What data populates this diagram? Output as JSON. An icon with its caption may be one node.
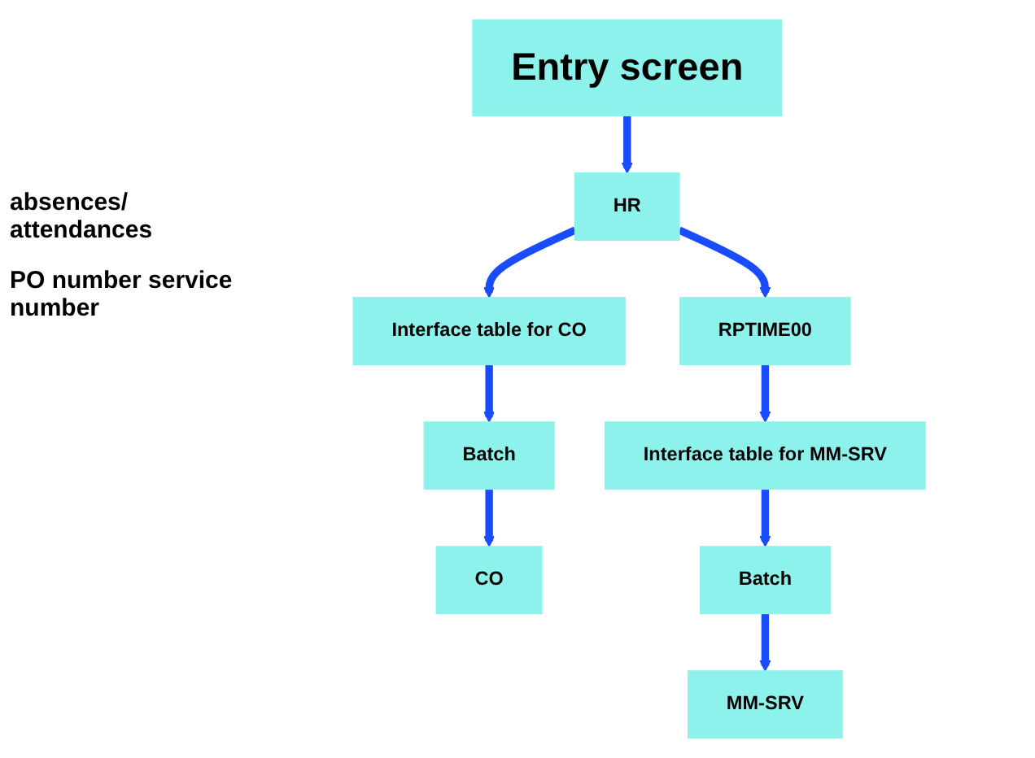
{
  "diagram": {
    "nodes": [
      {
        "text": [
          "Entry screen"
        ]
      },
      {
        "text": [
          "HR"
        ]
      },
      {
        "text": [
          "RPTIME00"
        ]
      },
      {
        "text": [
          "Interface table for CO"
        ]
      },
      {
        "text": [
          "Interface table for MM-SRV"
        ]
      },
      {
        "text": [
          "Batch"
        ]
      },
      {
        "text": [
          "CO"
        ]
      },
      {
        "text": [
          "Batch"
        ]
      },
      {
        "text": [
          "MM-SRV"
        ]
      }
    ],
    "edges": [
      {
        "from": 0,
        "to": 1,
        "arrow": "to"
      },
      {
        "from": 1,
        "to": 2,
        "arrow": "to"
      },
      {
        "from": 1,
        "to": 3,
        "arrow": "to"
      },
      {
        "from": 2,
        "to": 4,
        "arrow": "to"
      },
      {
        "from": 3,
        "to": 5,
        "arrow": "to"
      },
      {
        "from": 5,
        "to": 6,
        "arrow": "to"
      },
      {
        "from": 4,
        "to": 7,
        "arrow": "to"
      },
      {
        "from": 7,
        "to": 8,
        "arrow": "to"
      }
    ],
    "labels": [
      "absences/ attendances",
      "PO number service number"
    ]
  }
}
